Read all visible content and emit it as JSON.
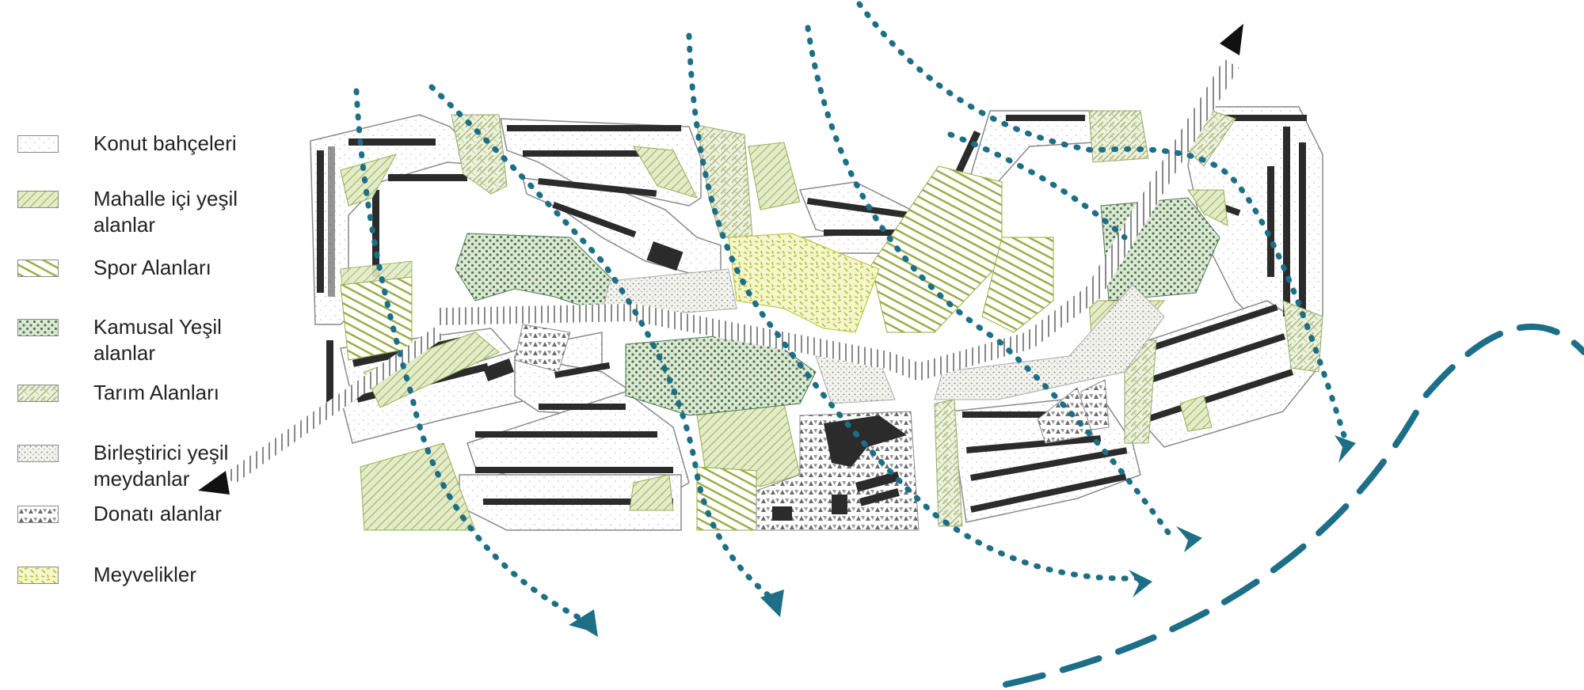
{
  "legend": {
    "items": [
      {
        "label": "Konut bahçeleri",
        "pattern": "pat-konut"
      },
      {
        "label": "Mahalle içi yeşil\nalanlar",
        "pattern": "pat-mahalle"
      },
      {
        "label": "Spor Alanları",
        "pattern": "pat-spor"
      },
      {
        "label": "Kamusal Yeşil\nalanlar",
        "pattern": "pat-kamusal"
      },
      {
        "label": "Tarım Alanları",
        "pattern": "pat-tarim"
      },
      {
        "label": "Birleştirici yeşil\n meydanlar",
        "pattern": "pat-birlestirici"
      },
      {
        "label": "Donatı alanlar",
        "pattern": "pat-donati"
      },
      {
        "label": "Meyvelikler",
        "pattern": "pat-meyve"
      }
    ]
  },
  "colors": {
    "flow": "#1c6f86",
    "green_light": "#e3ebc8",
    "green_olive": "#9aad55",
    "green_dark": "#4d7a52",
    "lime": "#d6e07a",
    "building": "#2b2b2b",
    "axis": "#111111"
  }
}
